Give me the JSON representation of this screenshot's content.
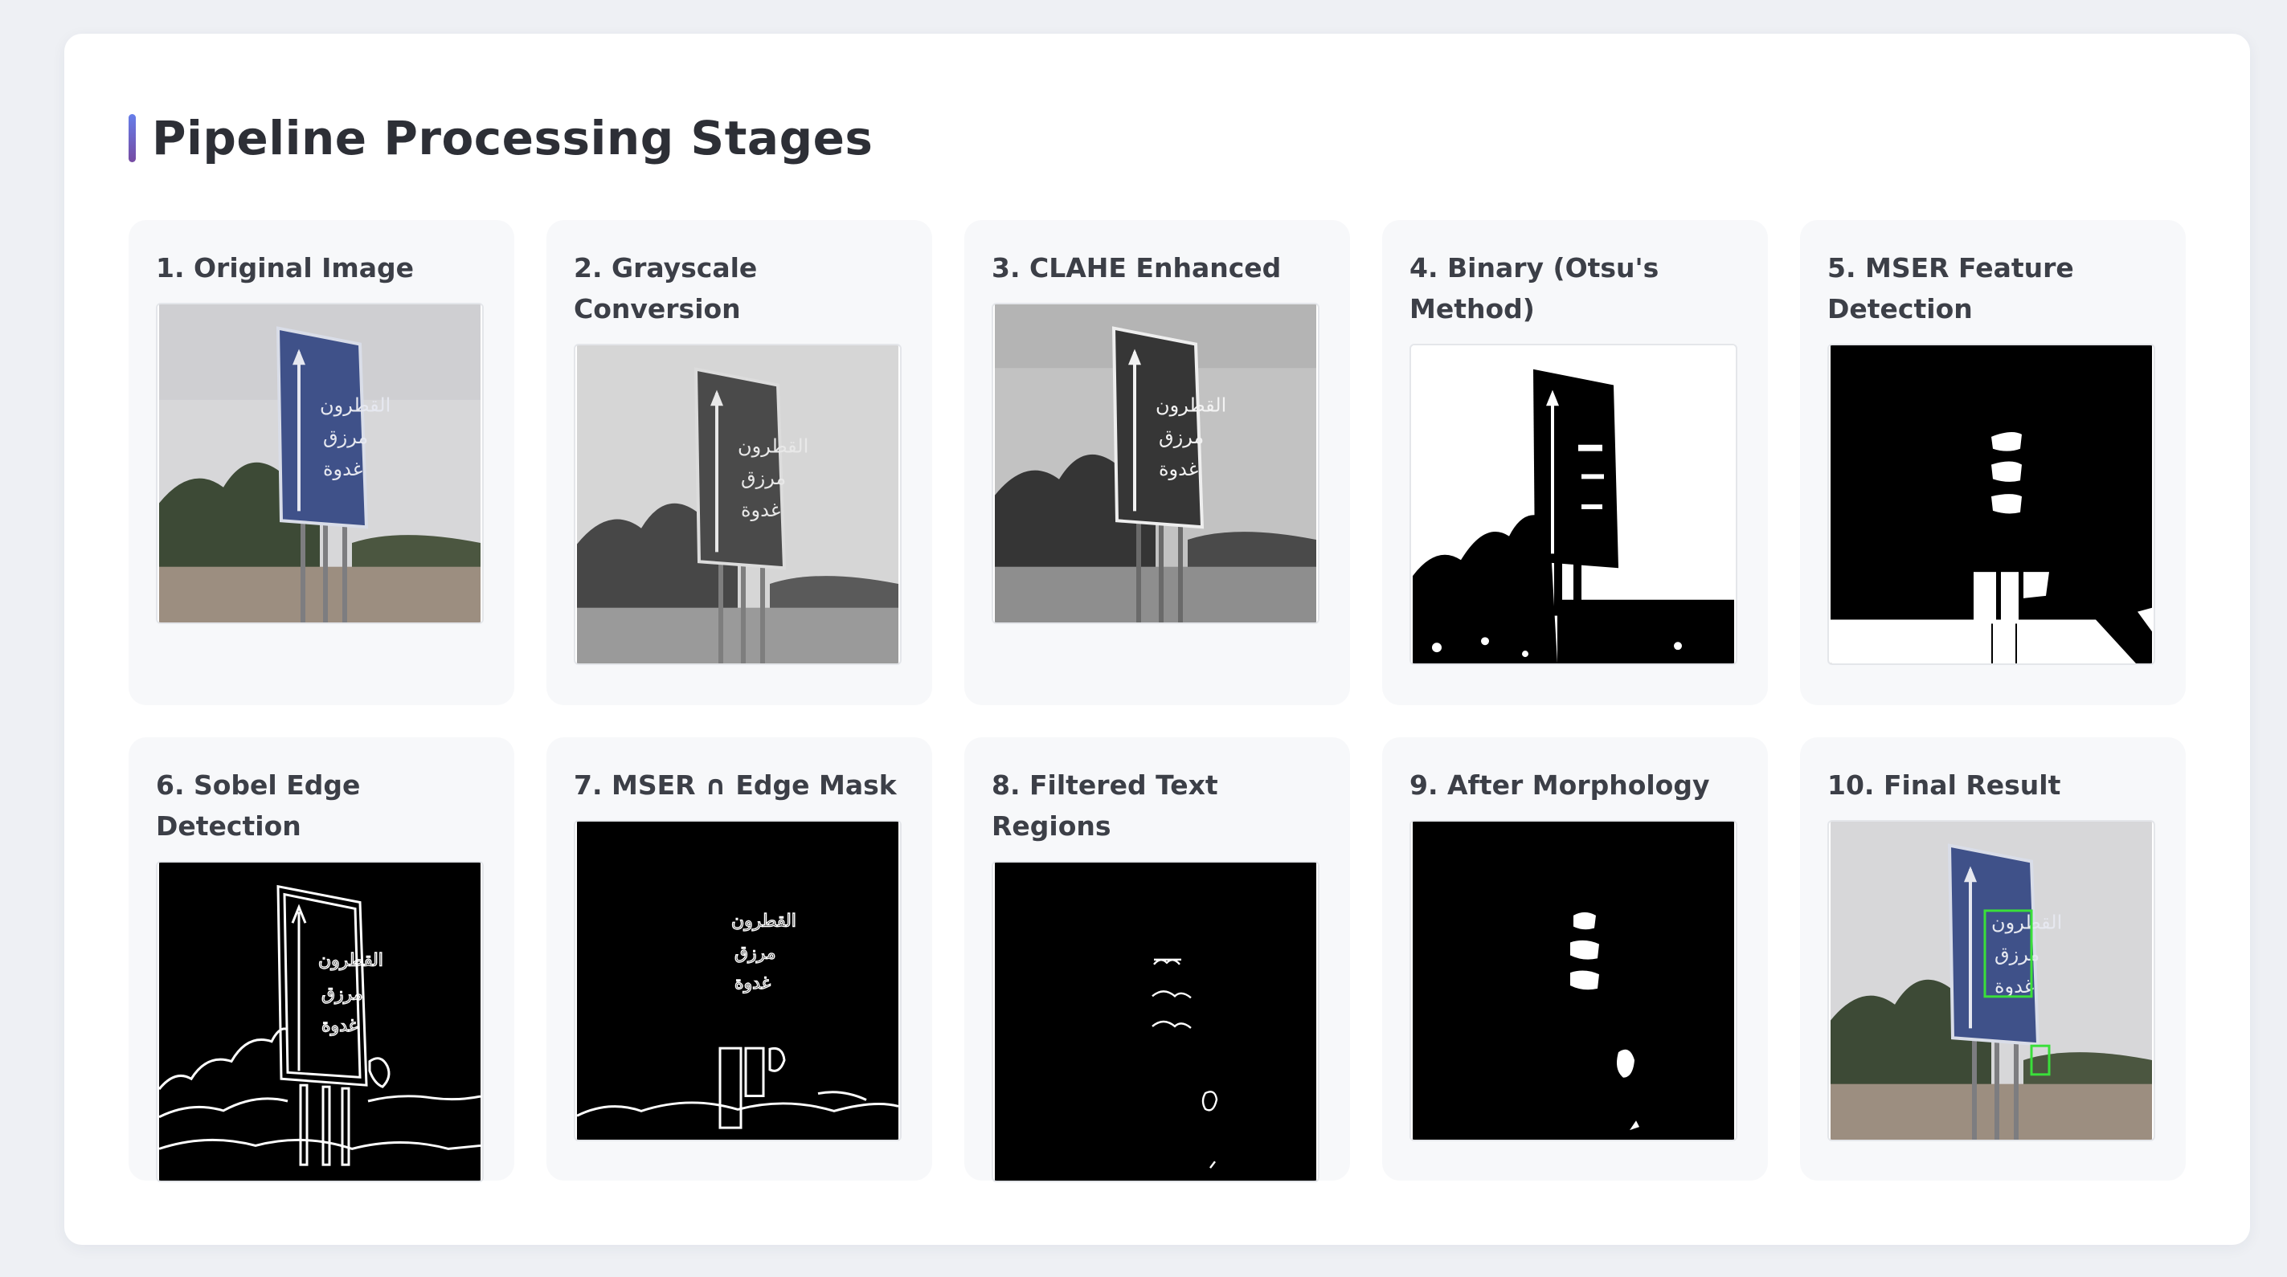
{
  "page": {
    "title": "Pipeline Processing Stages"
  },
  "stages": [
    {
      "label": "1. Original Image"
    },
    {
      "label": "2. Grayscale Conversion"
    },
    {
      "label": "3. CLAHE Enhanced"
    },
    {
      "label": "4. Binary (Otsu's Method)"
    },
    {
      "label": "5. MSER Feature Detection"
    },
    {
      "label": "6. Sobel Edge Detection"
    },
    {
      "label": "7. MSER ∩ Edge Mask"
    },
    {
      "label": "8. Filtered Text Regions"
    },
    {
      "label": "9. After Morphology"
    },
    {
      "label": "10. Final Result"
    }
  ],
  "sign_text": [
    "القطرون",
    "مرزق",
    "غدوة"
  ],
  "colors": {
    "accent_start": "#667eea",
    "accent_end": "#764ba2",
    "sign_blue": "#3f5189",
    "detection_box": "#3adf3a"
  }
}
